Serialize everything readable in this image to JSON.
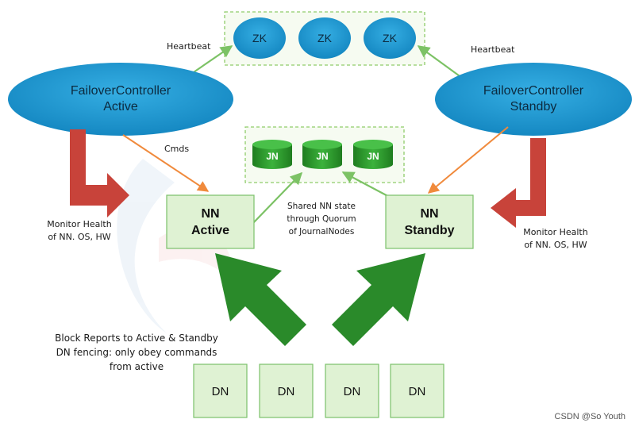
{
  "colors": {
    "ellipse_fill": "#1c9bd6",
    "zk_fill": "#1c9bd6",
    "nn_fill": "#dff2d3",
    "nn_stroke": "#7bc16a",
    "jn_fill": "#2e9c2e",
    "dn_fill": "#dff2d3",
    "green_arrow": "#2a8a2a",
    "red_arrow": "#c8433a",
    "orange_arrow": "#f08a3c",
    "light_green_line": "#7cc265",
    "dashed_box": "#8fcc6a"
  },
  "zookeeper": {
    "nodes": [
      "ZK",
      "ZK",
      "ZK"
    ]
  },
  "failover_active": {
    "line1": "FailoverController",
    "line2": "Active"
  },
  "failover_standby": {
    "line1": "FailoverController",
    "line2": "Standby"
  },
  "heartbeat_left": "Heartbeat",
  "heartbeat_right": "Heartbeat",
  "cmds": "Cmds",
  "journal": {
    "nodes": [
      "JN",
      "JN",
      "JN"
    ]
  },
  "nn_active": {
    "line1": "NN",
    "line2": "Active"
  },
  "nn_standby": {
    "line1": "NN",
    "line2": "Standby"
  },
  "shared_state": {
    "line1": "Shared NN state",
    "line2": "through Quorum",
    "line3": "of JournalNodes"
  },
  "monitor_left": {
    "line1": "Monitor Health",
    "line2": "of NN. OS, HW"
  },
  "monitor_right": {
    "line1": "Monitor Health",
    "line2": "of NN. OS, HW"
  },
  "block_reports": {
    "line1": "Block Reports to Active & Standby",
    "line2": "DN fencing: only obey commands",
    "line3": "from active"
  },
  "datanodes": {
    "nodes": [
      "DN",
      "DN",
      "DN",
      "DN"
    ]
  },
  "watermark": "CSDN @So Youth"
}
